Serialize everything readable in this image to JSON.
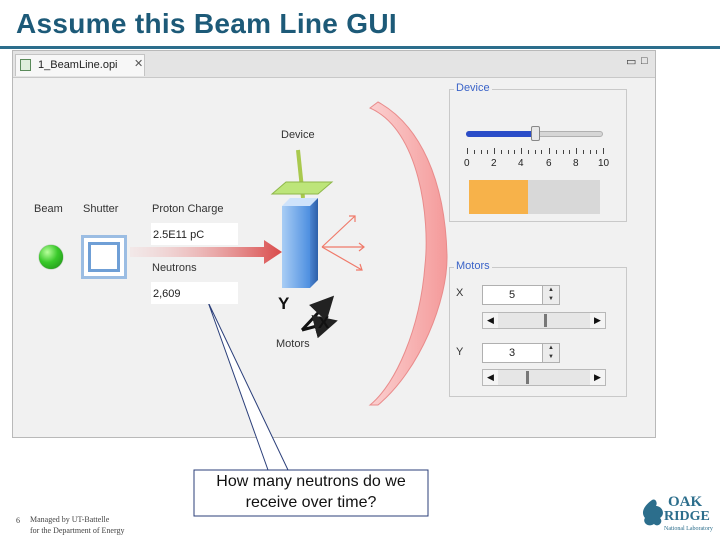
{
  "slide": {
    "title": "Assume this Beam Line GUI",
    "page_number": "6",
    "footer_line1": "Managed by UT-Battelle",
    "footer_line2": "for the Department of Energy",
    "logo_top": "OAK",
    "logo_bottom": "RIDGE",
    "logo_sub": "National Laboratory"
  },
  "window": {
    "tab_label": "1_BeamLine.opi",
    "tab_close": "✕",
    "minimize_glyph": "▭",
    "maximize_glyph": "□"
  },
  "panel": {
    "beam_label": "Beam",
    "shutter_label": "Shutter",
    "proton_label": "Proton Charge",
    "proton_value": "2.5E11 pC",
    "neutrons_label": "Neutrons",
    "neutrons_value": "2,609",
    "device_label": "Device",
    "motors_label": "Motors",
    "y_axis": "Y",
    "x_axis": "X",
    "beam_status_color": "#39c92a"
  },
  "device_group": {
    "title": "Device",
    "slider_fraction": 0.5,
    "scale_ticks": [
      "0",
      "2",
      "4",
      "6",
      "8",
      "10"
    ],
    "progress_fraction": 0.45,
    "progress_color": "#f7b24a"
  },
  "motors_group": {
    "title": "Motors",
    "x_label": "X",
    "x_value": "5",
    "x_scroll_fraction": 0.5,
    "y_label": "Y",
    "y_value": "3",
    "y_scroll_fraction": 0.3
  },
  "callout": {
    "text": "How many neutrons do we receive over time?"
  }
}
